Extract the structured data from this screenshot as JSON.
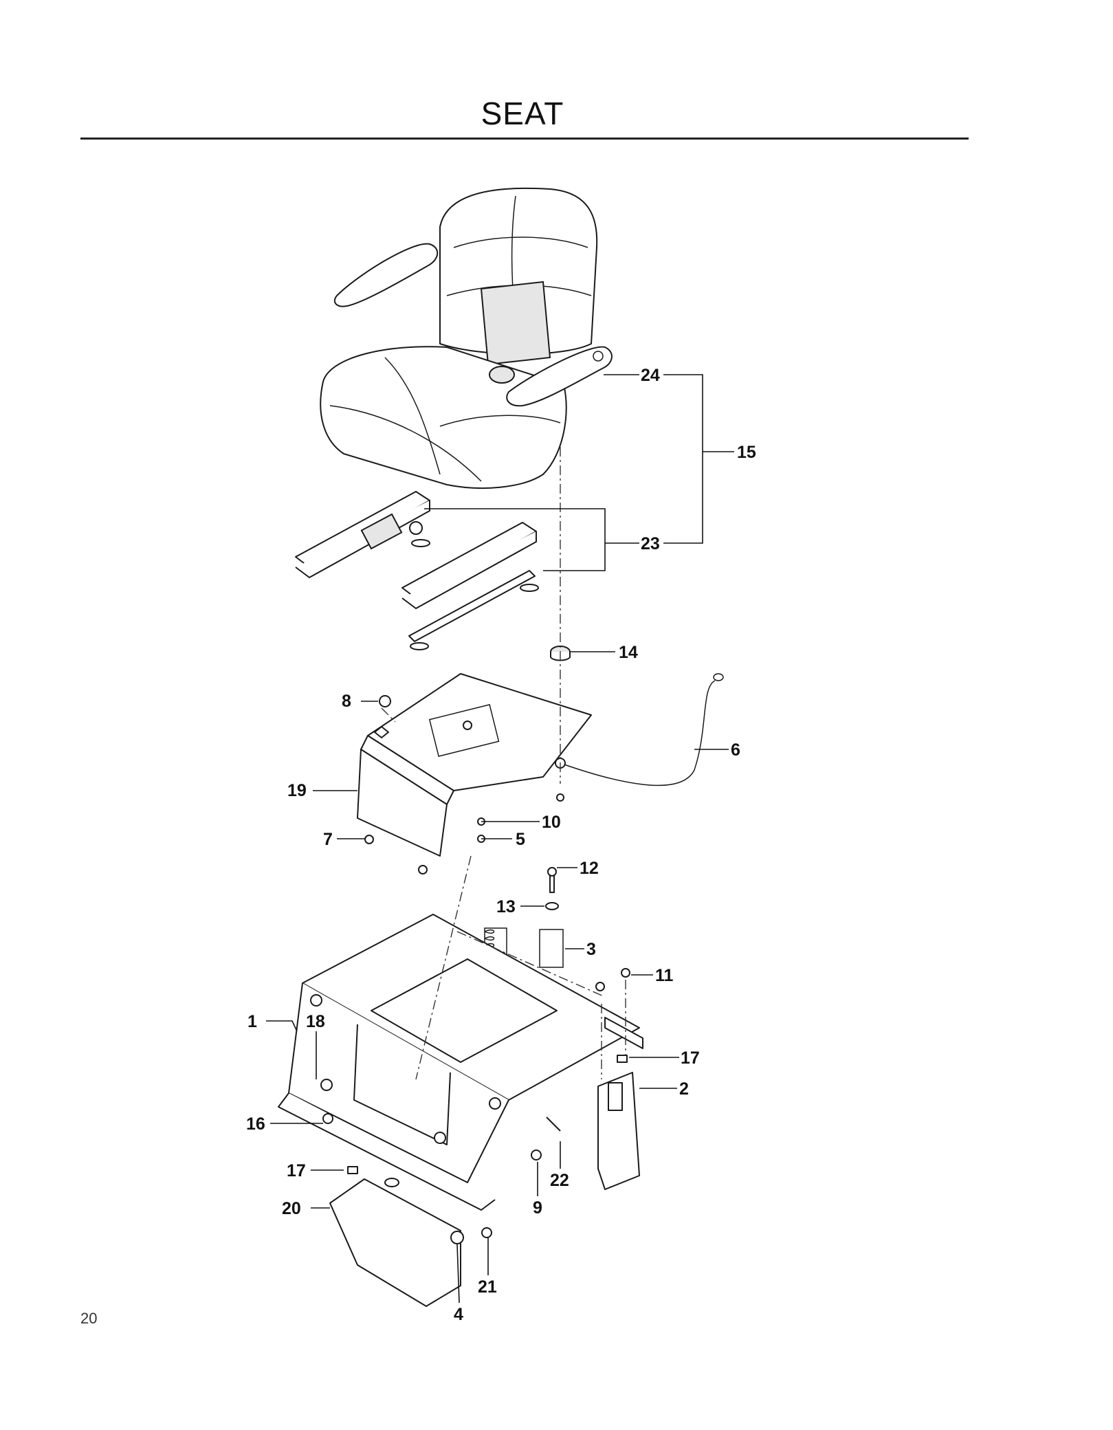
{
  "page": {
    "title": "SEAT",
    "page_number": "20"
  },
  "callouts": [
    "1",
    "2",
    "3",
    "4",
    "5",
    "6",
    "7",
    "8",
    "9",
    "10",
    "11",
    "12",
    "13",
    "14",
    "15",
    "16",
    "17",
    "17",
    "18",
    "19",
    "20",
    "21",
    "22",
    "23",
    "24"
  ]
}
